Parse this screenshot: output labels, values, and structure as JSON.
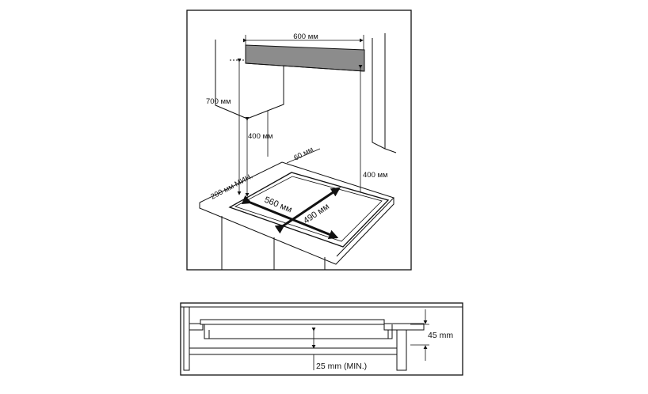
{
  "top_diagram": {
    "dim_hood_width": "600 мм",
    "dim_cabinet_height": "700 мм",
    "dim_wall_clearance": "400 мм",
    "dim_side_clearance": "400 мм",
    "dim_back_gap": "60 мм",
    "dim_side_gap": "200 мм МИН.",
    "dim_cutout_width": "560 мм",
    "dim_cutout_depth": "490 мм"
  },
  "bottom_diagram": {
    "dim_height": "45 mm",
    "dim_min_gap": "25 mm (MIN.)"
  },
  "colors": {
    "line": "#111111",
    "hood_fill": "#8c8c8c",
    "box_fill": "#ffffff"
  }
}
